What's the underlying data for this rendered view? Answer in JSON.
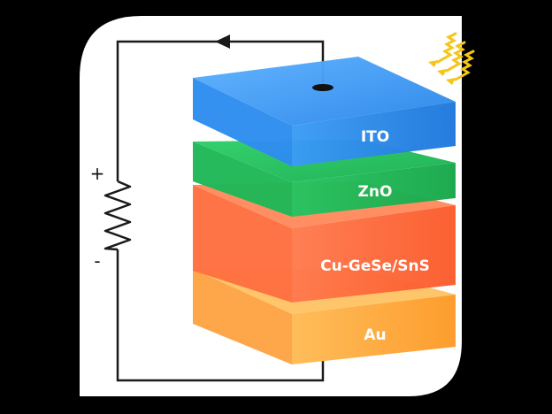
{
  "diagram": {
    "layers": [
      {
        "label": "ITO",
        "color": "#2f8fe8"
      },
      {
        "label": "ZnO",
        "color": "#22c35e"
      },
      {
        "label": "Cu-GeSe/SnS",
        "color": "#ff6b3d"
      },
      {
        "label": "Au",
        "color": "#ffae42"
      }
    ],
    "polarity": {
      "plus": "+",
      "minus": "-"
    },
    "icons": [
      "sunlight-rays-icon",
      "resistor-icon",
      "current-arrow-icon"
    ],
    "colors": {
      "background": "#000000",
      "panel": "#ffffff",
      "wire": "#1a1a1a",
      "light": "#f5c518"
    }
  }
}
